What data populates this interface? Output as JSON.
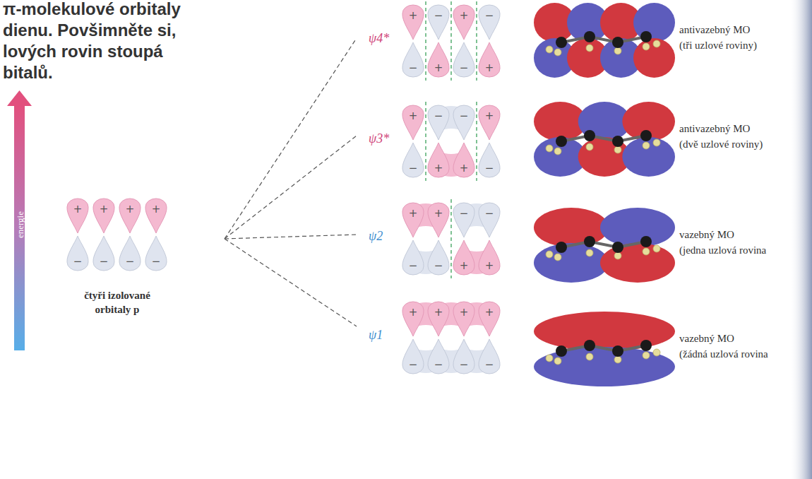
{
  "diagram": {
    "caption": "π-molekulové orbitaly dienu. Povšimněte si, lových rovin stoupá bitalů.",
    "labels": [
      "energie",
      "čtyři izolované orbitaly p",
      "+",
      "+",
      "+",
      "+",
      "−",
      "−",
      "−",
      "−",
      "ψ4*",
      "antivazebný MO",
      "(tři uzlové roviny)",
      "+",
      "−",
      "+",
      "−",
      "−",
      "+",
      "−",
      "+",
      "ψ3*",
      "antivazebný MO",
      "(dvě uzlové roviny)",
      "+",
      "−",
      "−",
      "+",
      "−",
      "+",
      "+",
      "−",
      "ψ2",
      "vazebný MO",
      "(jedna uzlová rovina",
      "+",
      "+",
      "−",
      "−",
      "−",
      "−",
      "+",
      "+",
      "ψ1",
      "vazebný MO",
      "(žádná uzlová rovina",
      "+",
      "+",
      "+",
      "+",
      "−",
      "−",
      "−",
      "−"
    ]
  }
}
